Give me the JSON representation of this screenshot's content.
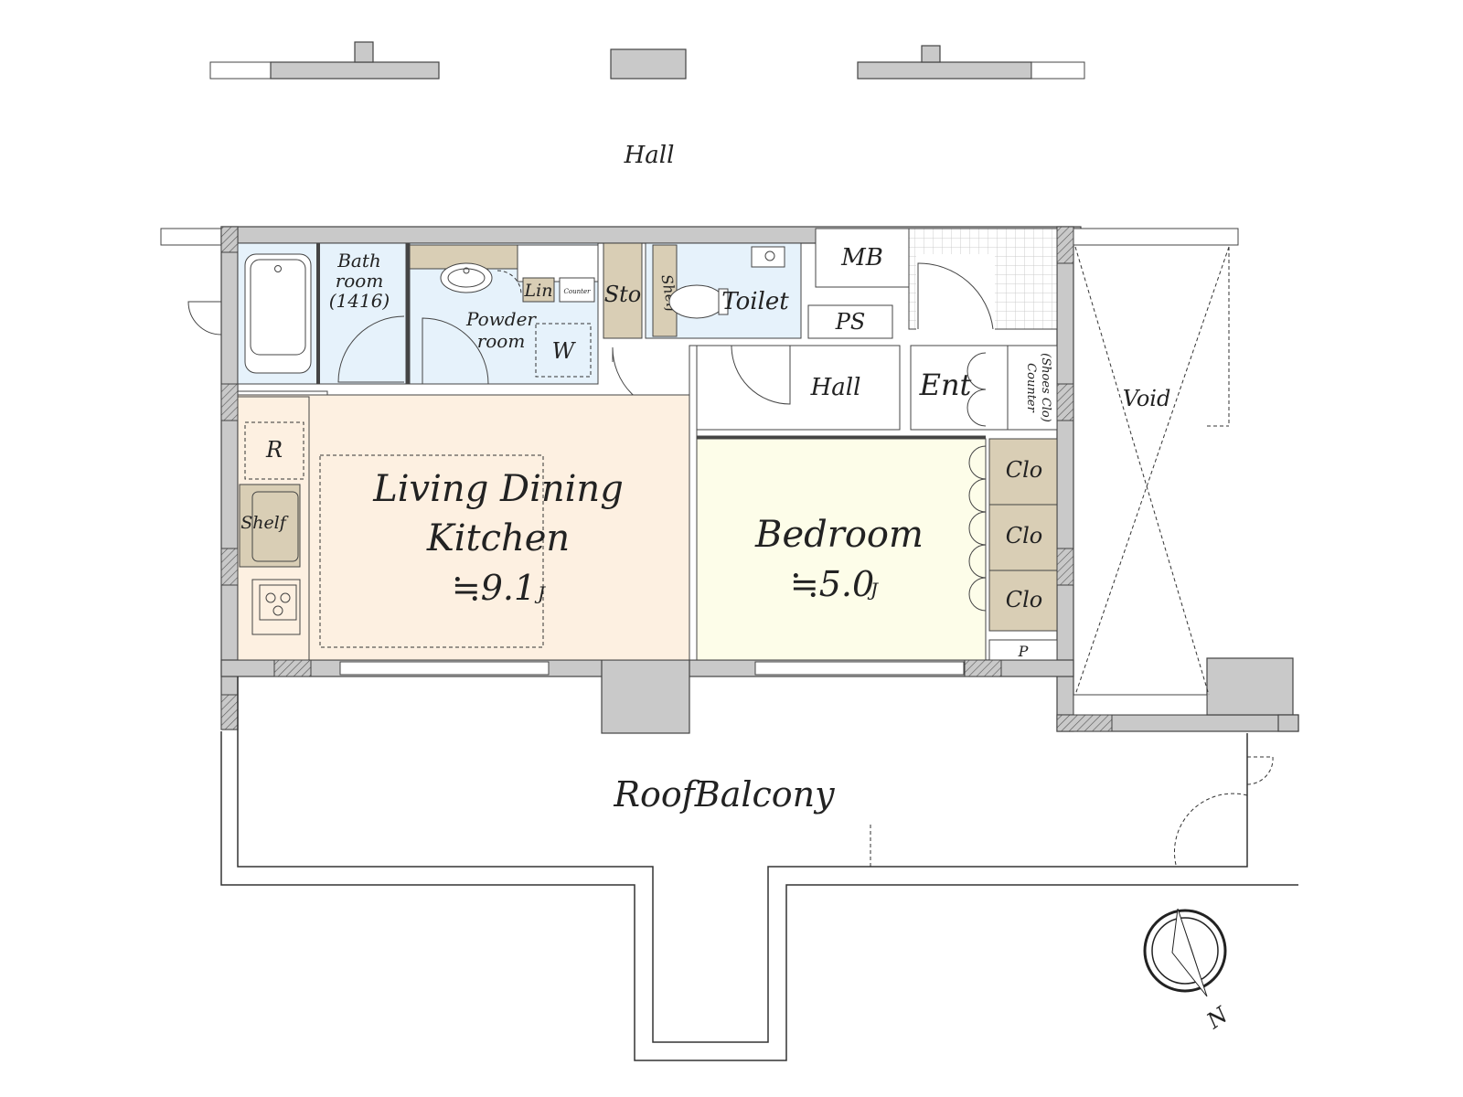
{
  "labels": {
    "hall_top": "Hall",
    "bathroom_1": "Bath",
    "bathroom_2": "room",
    "bathroom_3": "(1416)",
    "lin": "Lin",
    "counter_small": "Counter",
    "powder_1": "Powder",
    "powder_2": "room",
    "washer": "W",
    "sto": "Sto",
    "shelf_toilet": "Shelf",
    "toilet": "Toilet",
    "mb": "MB",
    "ps_upper": "PS",
    "ps_left": "PS",
    "hall_inner": "Hall",
    "ent": "Ent",
    "counter_shoes_1": "Counter",
    "counter_shoes_2": "(Shoes Clo)",
    "void": "Void",
    "fridge": "R",
    "shelf_kitchen": "Shelf",
    "ldk_1": "Living Dining",
    "ldk_2": "Kitchen",
    "ldk_area": "≒9.1",
    "ldk_unit": "J",
    "bedroom": "Bedroom",
    "bedroom_area": "≒5.0",
    "bedroom_unit": "J",
    "clo_1": "Clo",
    "clo_2": "Clo",
    "clo_3": "Clo",
    "pipe": "P",
    "balcony": "RoofBalcony",
    "north": "N"
  },
  "colors": {
    "wet_area": "#e6f2fb",
    "ldk": "#fdf0e1",
    "bedroom": "#fdfde9",
    "storage": "#d9ceb5",
    "wall": "#c9c9c9",
    "line": "#333333"
  }
}
